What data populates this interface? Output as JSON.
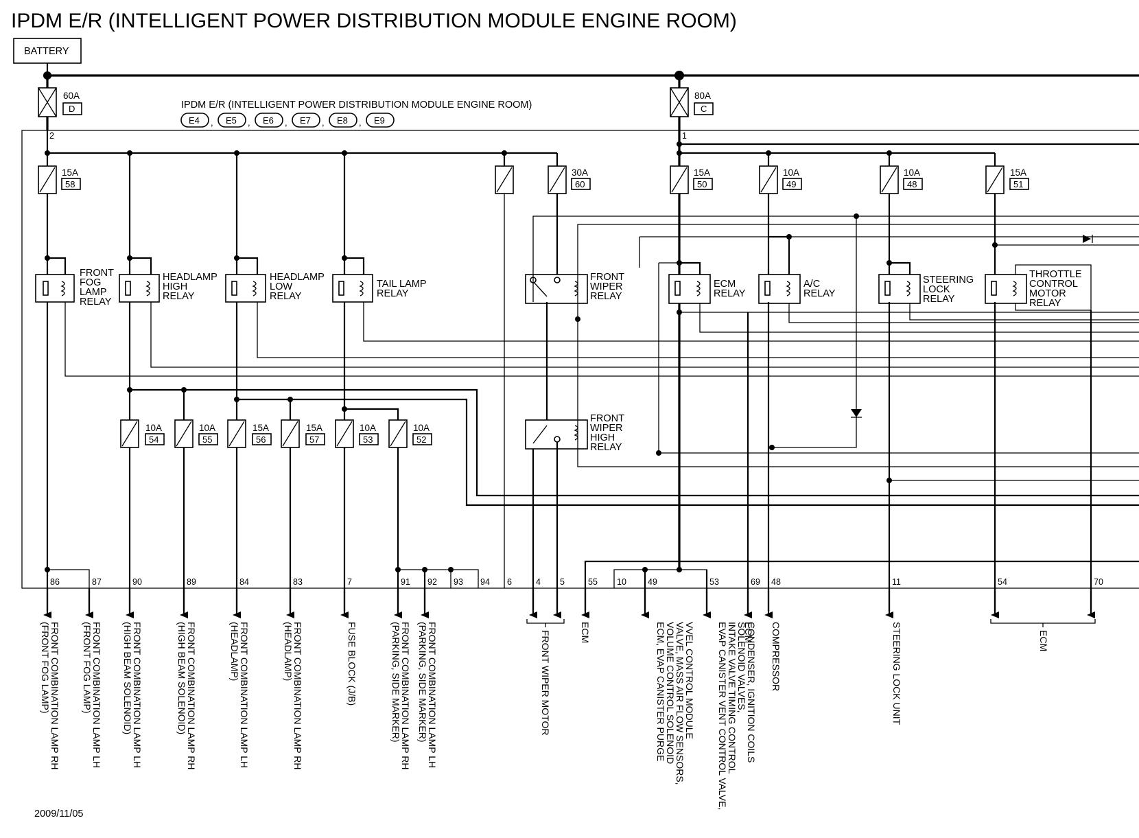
{
  "title": "IPDM E/R (INTELLIGENT POWER DISTRIBUTION MODULE ENGINE ROOM)",
  "module_label": "IPDM E/R (INTELLIGENT POWER DISTRIBUTION MODULE ENGINE ROOM)",
  "battery_label": "BATTERY",
  "connectors": [
    "E4",
    "E5",
    "E6",
    "E7",
    "E8",
    "E9"
  ],
  "fusible_links": [
    {
      "amp": "60A",
      "id": "D",
      "pin": "2"
    },
    {
      "amp": "80A",
      "id": "C",
      "pin": "1"
    }
  ],
  "top_fuses": [
    {
      "amp": "15A",
      "num": "58"
    },
    {
      "amp": "",
      "num": ""
    },
    {
      "amp": "30A",
      "num": "60"
    },
    {
      "amp": "15A",
      "num": "50"
    },
    {
      "amp": "10A",
      "num": "49"
    },
    {
      "amp": "10A",
      "num": "48"
    },
    {
      "amp": "15A",
      "num": "51"
    }
  ],
  "lower_fuses": [
    {
      "amp": "10A",
      "num": "54"
    },
    {
      "amp": "10A",
      "num": "55"
    },
    {
      "amp": "15A",
      "num": "56"
    },
    {
      "amp": "15A",
      "num": "57"
    },
    {
      "amp": "10A",
      "num": "53"
    },
    {
      "amp": "10A",
      "num": "52"
    }
  ],
  "relays": [
    {
      "lines": [
        "FRONT",
        "FOG",
        "LAMP",
        "RELAY"
      ]
    },
    {
      "lines": [
        "HEADLAMP",
        "HIGH",
        "RELAY"
      ]
    },
    {
      "lines": [
        "HEADLAMP",
        "LOW",
        "RELAY"
      ]
    },
    {
      "lines": [
        "TAIL LAMP",
        "RELAY"
      ]
    },
    {
      "lines": [
        "FRONT",
        "WIPER",
        "RELAY"
      ]
    },
    {
      "lines": [
        "ECM",
        "RELAY"
      ]
    },
    {
      "lines": [
        "A/C",
        "RELAY"
      ]
    },
    {
      "lines": [
        "STEERING",
        "LOCK",
        "RELAY"
      ]
    },
    {
      "lines": [
        "THROTTLE",
        "CONTROL",
        "MOTOR",
        "RELAY"
      ]
    },
    {
      "lines": [
        "FRONT",
        "WIPER",
        "HIGH",
        "RELAY"
      ]
    }
  ],
  "pins": [
    "86",
    "87",
    "90",
    "89",
    "84",
    "83",
    "7",
    "91",
    "92",
    "93",
    "94",
    "6",
    "4",
    "5",
    "55",
    "10",
    "49",
    "53",
    "69",
    "48",
    "11",
    "54",
    "70"
  ],
  "destinations": [
    {
      "lines": [
        "FRONT COMBINATION LAMP RH",
        "(FRONT FOG LAMP)"
      ]
    },
    {
      "lines": [
        "FRONT COMBINATION LAMP LH",
        "(FRONT FOG LAMP)"
      ]
    },
    {
      "lines": [
        "FRONT COMBINATION LAMP LH",
        "(HIGH BEAM SOLENOID)"
      ]
    },
    {
      "lines": [
        "FRONT COMBINATION LAMP RH",
        "(HIGH BEAM SOLENOID)"
      ]
    },
    {
      "lines": [
        "FRONT COMBINATION LAMP LH",
        "(HEADLAMP)"
      ]
    },
    {
      "lines": [
        "FRONT COMBINATION LAMP RH",
        "(HEADLAMP)"
      ]
    },
    {
      "lines": [
        "FUSE BLOCK (J/B)"
      ]
    },
    {
      "lines": [
        "FRONT COMBINATION LAMP RH",
        "(PARKING, SIDE MARKER)"
      ]
    },
    {
      "lines": [
        "FRONT COMBINATION LAMP LH",
        "(PARKING, SIDE MARKER)"
      ]
    },
    {
      "lines": [
        "FRONT WIPER MOTOR"
      ]
    },
    {
      "lines": [
        "ECM"
      ]
    },
    {
      "lines": [
        "ECM, EVAP CANISTER PURGE",
        "VOLUME CONTROL SOLENOID",
        "VALVE, MASS AIR FLOW SENSORS,",
        "VVEL CONTROL MODULE"
      ]
    },
    {
      "lines": [
        "EVAP CANISTER VENT CONTROL VALVE,",
        "INTAKE VALVE TIMING CONTROL",
        "SOLENOID VALVES,",
        "CONDENSER, IGNITION COILS"
      ]
    },
    {
      "lines": [
        "ECM"
      ]
    },
    {
      "lines": [
        "COMPRESSOR"
      ]
    },
    {
      "lines": [
        "STEERING LOCK UNIT"
      ]
    },
    {
      "lines": [
        "ECM"
      ]
    }
  ],
  "date": "2009/11/05"
}
